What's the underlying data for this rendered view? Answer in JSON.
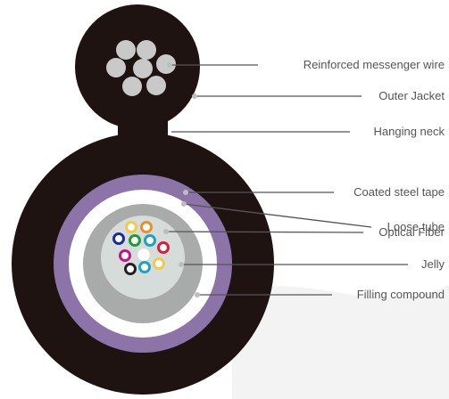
{
  "labels": {
    "reinforced_messenger_wire": "Reinforced messenger wire",
    "outer_jacket": "Outer Jacket",
    "hanging_neck": "Hanging neck",
    "coated_steel_tape": "Coated steel tape",
    "loose_tube": "Loose tube",
    "optical_fiber": "Optical Fiber",
    "jelly": "Jelly",
    "filling_compound": "Filling compound"
  },
  "colors": {
    "jacket": "#1f1312",
    "steel_tape": "#8c73a8",
    "filling_ring": "#ffffff",
    "loose_tube": "#a9abab",
    "jelly": "#d6dcda",
    "messenger_wire": "#c9c9c9",
    "callout_line": "#555555",
    "callout_dot": "#bdbdbd",
    "fiber_colors": [
      "#f2c94c",
      "#e8902e",
      "#1a2aa0",
      "#1e9b3a",
      "#1aa2c8",
      "#d8203a",
      "#c4168a",
      "#ffffff",
      "#222222",
      "#1fa2c8",
      "#f2c94c"
    ]
  }
}
